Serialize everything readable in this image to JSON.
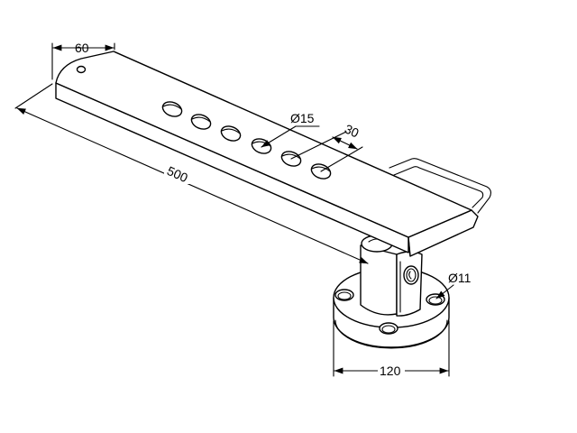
{
  "dimensions": {
    "width_top": "60",
    "length": "500",
    "hole_diameter": "Ø15",
    "hole_spacing": "30",
    "base_hole_diameter": "Ø11",
    "base_diameter": "120"
  },
  "colors": {
    "line": "#000000",
    "background": "#ffffff"
  }
}
